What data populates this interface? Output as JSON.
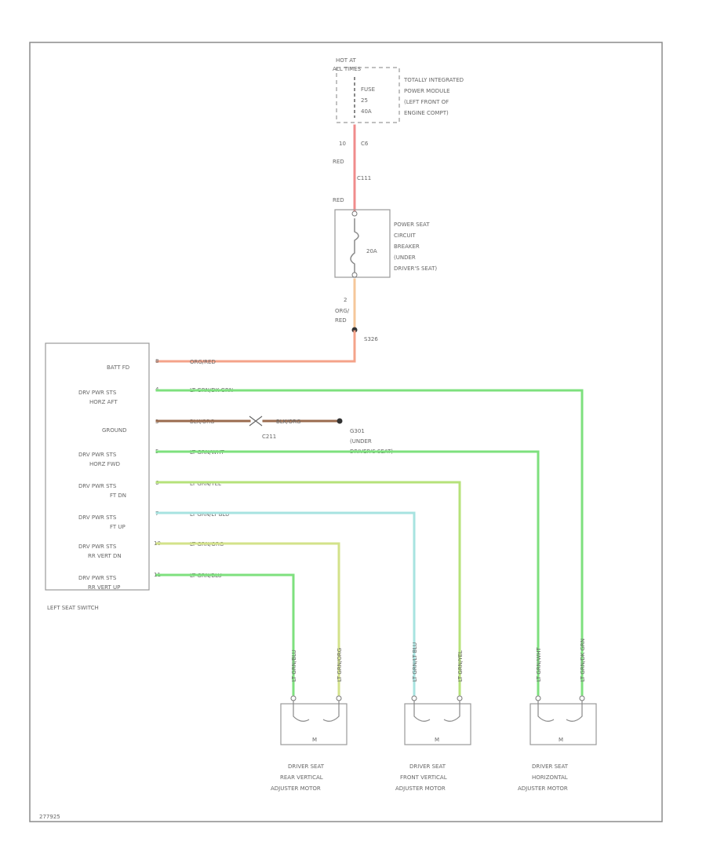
{
  "power_source": {
    "hot_label_1": "HOT AT",
    "hot_label_2": "ALL TIMES",
    "fuse_name": "FUSE",
    "fuse_number": "25",
    "fuse_rating": "40A",
    "module_line_1": "TOTALLY INTEGRATED",
    "module_line_2": "POWER MODULE",
    "module_line_3": "(LEFT FRONT OF",
    "module_line_4": "ENGINE COMPT)",
    "pin_left": "10",
    "pin_right": "C6",
    "wire_color_1": "RED",
    "connector_top": "C111",
    "wire_color_2": "RED"
  },
  "circuit_breaker": {
    "line_1": "POWER SEAT",
    "line_2": "CIRCUIT",
    "line_3": "BREAKER",
    "line_4": "(UNDER",
    "line_5": "DRIVER'S SEAT)",
    "rating": "20A",
    "pin_out": "2",
    "wire_color_a": "ORG/",
    "wire_color_b": "RED",
    "splice": "S326"
  },
  "switch": {
    "title": "LEFT SEAT SWITCH",
    "pins": [
      {
        "label_1": "BATT FD",
        "label_2": "",
        "pin": "8",
        "wire": "ORG/RED"
      },
      {
        "label_1": "DRV PWR STS",
        "label_2": "HORZ AFT",
        "pin": "4",
        "wire": "LT GRN/DK GRN"
      },
      {
        "label_1": "GROUND",
        "label_2": "",
        "pin": "3",
        "wire": "BLK/ORG"
      },
      {
        "label_1": "DRV PWR STS",
        "label_2": "HORZ FWD",
        "pin": "5",
        "wire": "LT GRN/WHT"
      },
      {
        "label_1": "DRV PWR STS",
        "label_2": "FT DN",
        "pin": "6",
        "wire": "LT GRN/YEL"
      },
      {
        "label_1": "DRV PWR STS",
        "label_2": "FT UP",
        "pin": "7",
        "wire": "LT GRN/LT BLU"
      },
      {
        "label_1": "DRV PWR STS",
        "label_2": "RR VERT DN",
        "pin": "10",
        "wire": "LT GRN/ORG"
      },
      {
        "label_1": "DRV PWR STS",
        "label_2": "RR VERT UP",
        "pin": "11",
        "wire": "LT GRN/BLU"
      }
    ]
  },
  "ground": {
    "wire_right": "BLK/ORG",
    "connector": "C211",
    "splice": "G301",
    "line_1": "(UNDER",
    "line_2": "DRIVER'S SEAT)"
  },
  "motors": [
    {
      "name_1": "DRIVER SEAT",
      "name_2": "REAR VERTICAL",
      "name_3": "ADJUSTER MOTOR",
      "symbol": "M",
      "wire_left": "LT GRN/BLU",
      "wire_right": "LT GRN/ORG"
    },
    {
      "name_1": "DRIVER SEAT",
      "name_2": "FRONT VERTICAL",
      "name_3": "ADJUSTER MOTOR",
      "symbol": "M",
      "wire_left": "LT GRN/LT BLU",
      "wire_right": "LT GRN/YEL"
    },
    {
      "name_1": "DRIVER SEAT",
      "name_2": "HORIZONTAL",
      "name_3": "ADJUSTER MOTOR",
      "symbol": "M",
      "wire_left": "LT GRN/WHT",
      "wire_right": "LT GRN/DK GRN"
    }
  ],
  "figure_id": "277925",
  "colors": {
    "red": "#f08c8c",
    "orange_red": "#f4a38a",
    "orange": "#f5c79a",
    "green": "#7ee07e",
    "light_blue": "#a7e3e0",
    "yellow_green": "#d3e28a",
    "brown": "#9a6b4e"
  }
}
